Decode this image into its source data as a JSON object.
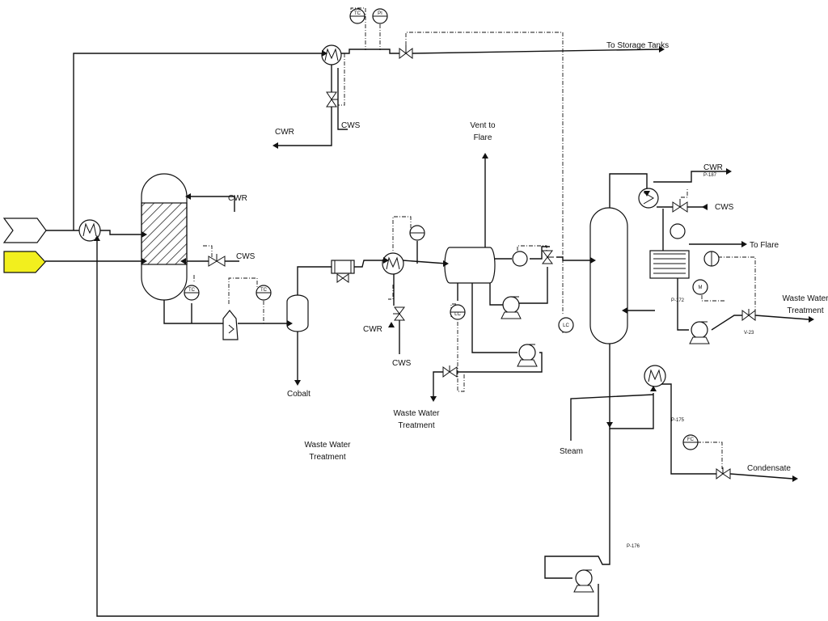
{
  "diagram": {
    "labels": {
      "to_storage_tanks": "To Storage Tanks",
      "cwr_top": "CWR",
      "cws_top": "CWS",
      "cwr_reactor": "CWR",
      "cws_reactor": "CWS",
      "cobalt": "Cobalt",
      "waste_water_center_l1": "Waste Water",
      "waste_water_center_l2": "Treatment",
      "cwr_mid": "CWR",
      "cws_mid": "CWS",
      "vent_l1": "Vent to",
      "vent_l2": "Flare",
      "waste_water_mid_l1": "Waste Water",
      "waste_water_mid_l2": "Treatment",
      "cwr_right": "CWR",
      "cws_right": "CWS",
      "to_flare": "To Flare",
      "waste_water_right_l1": "Waste Water",
      "waste_water_right_l2": "Treatment",
      "steam": "Steam",
      "condensate": "Condensate"
    },
    "tags": {
      "p187": "P-187",
      "p172": "P-172",
      "v23": "V-23",
      "p175": "P-175",
      "p176": "P-176"
    },
    "instrument_letters": {
      "tc_top": "TC",
      "pi_top": "PI",
      "tc_reactor": "TC",
      "tc_separator": "TC",
      "lc_flash": "LC",
      "lc_column": "LC",
      "m_right": "M",
      "fc_steam": "FC"
    },
    "colors": {
      "feed_2_fill": "#f2ef1e",
      "line": "#111111"
    }
  }
}
